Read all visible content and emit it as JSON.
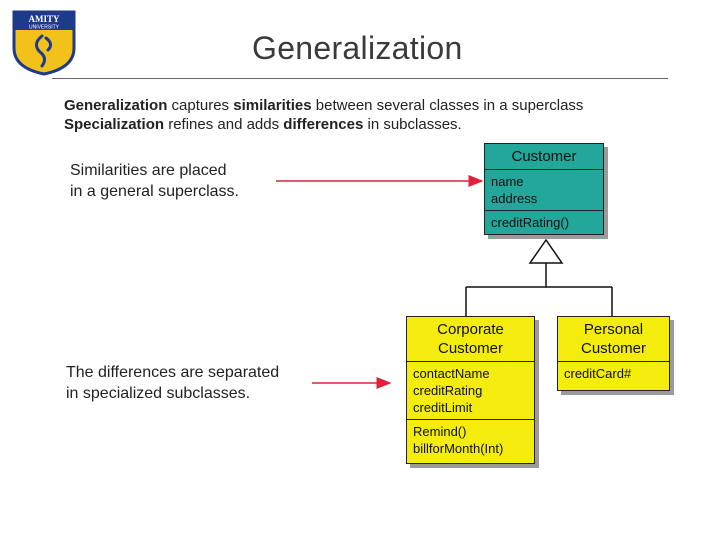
{
  "logo": {
    "text": "AMITY",
    "subtext": "UNIVERSITY"
  },
  "title": "Generalization",
  "intro": {
    "line1": [
      {
        "text": "Generalization",
        "bold": true
      },
      {
        "text": " captures ",
        "bold": false
      },
      {
        "text": "similarities",
        "bold": true
      },
      {
        "text": " between several classes in a superclass",
        "bold": false
      }
    ],
    "line2": [
      {
        "text": "Specialization",
        "bold": true
      },
      {
        "text": " refines and adds ",
        "bold": false
      },
      {
        "text": "differences",
        "bold": true
      },
      {
        "text": " in subclasses.",
        "bold": false
      }
    ]
  },
  "notes": {
    "superclass": [
      "Similarities are placed",
      "in a general superclass."
    ],
    "subclass": [
      "The differences are separated",
      "in specialized subclasses."
    ]
  },
  "classes": {
    "customer": {
      "name": "Customer",
      "attributes": [
        "name",
        "address"
      ],
      "operations": [
        "creditRating()"
      ]
    },
    "corporate": {
      "name": [
        "Corporate",
        "Customer"
      ],
      "attributes": [
        "contactName",
        "creditRating",
        "creditLimit"
      ],
      "operations": [
        "Remind()",
        "billforMonth(Int)"
      ]
    },
    "personal": {
      "name": [
        "Personal",
        "Customer"
      ],
      "attributes": [
        "creditCard#"
      ]
    }
  },
  "colors": {
    "superclass": "#22a79a",
    "subclass": "#f3ec0c",
    "arrow": "#e0203a"
  }
}
